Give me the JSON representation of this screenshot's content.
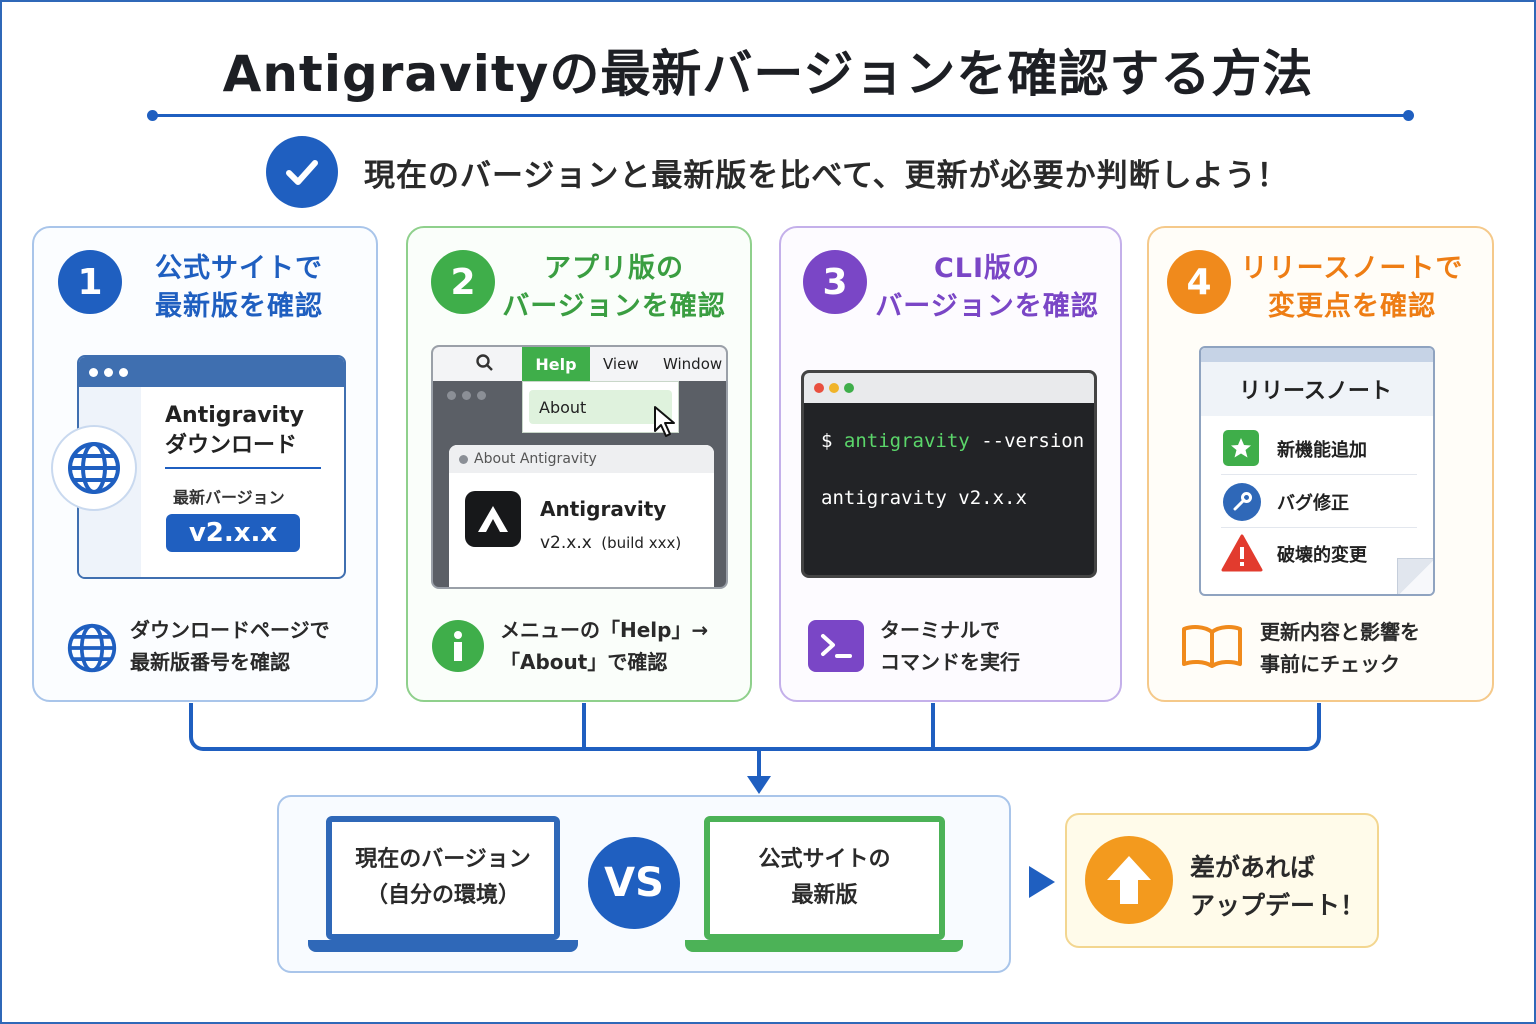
{
  "title": "Antigravityの最新バージョンを確認する方法",
  "subtitle": "現在のバージョンと最新版を比べて、更新が必要か判断しよう！",
  "colors": {
    "blue": "#1f5fc0",
    "green": "#3fae4a",
    "purple": "#7a46c6",
    "orange": "#f08a1c"
  },
  "cards": [
    {
      "number": "1",
      "heading_l1": "公式サイトで",
      "heading_l2": "最新版を確認",
      "icon": "globe-icon",
      "mock": {
        "app": "Antigravity",
        "page": "ダウンロード",
        "label": "最新バージョン",
        "version": "v2.x.x"
      },
      "foot_l1": "ダウンロードページで",
      "foot_l2": "最新版番号を確認"
    },
    {
      "number": "2",
      "heading_l1": "アプリ版の",
      "heading_l2": "バージョンを確認",
      "icon": "info-icon",
      "mock": {
        "menu": [
          "Help",
          "View",
          "Window"
        ],
        "menu_item": "About",
        "dialog_title": "About Antigravity",
        "app": "Antigravity",
        "version": "v2.x.x",
        "build": "(build xxx)"
      },
      "foot_l1": "メニューの「Help」→",
      "foot_l2": "「About」で確認"
    },
    {
      "number": "3",
      "heading_l1": "CLI版の",
      "heading_l2": "バージョンを確認",
      "icon": "terminal-icon",
      "mock": {
        "prompt": "$",
        "command": "antigravity",
        "flag": "--version",
        "output": "antigravity v2.x.x"
      },
      "foot_l1": "ターミナルで",
      "foot_l2": "コマンドを実行"
    },
    {
      "number": "4",
      "heading_l1": "リリースノートで",
      "heading_l2": "変更点を確認",
      "icon": "book-icon",
      "mock": {
        "title": "リリースノート",
        "items": [
          "新機能追加",
          "バグ修正",
          "破壊的変更"
        ]
      },
      "foot_l1": "更新内容と影響を",
      "foot_l2": "事前にチェック"
    }
  ],
  "compare": {
    "current_l1": "現在のバージョン",
    "current_l2": "（自分の環境）",
    "vs": "VS",
    "latest_l1": "公式サイトの",
    "latest_l2": "最新版"
  },
  "result": {
    "l1": "差があれば",
    "l2": "アップデート！"
  }
}
